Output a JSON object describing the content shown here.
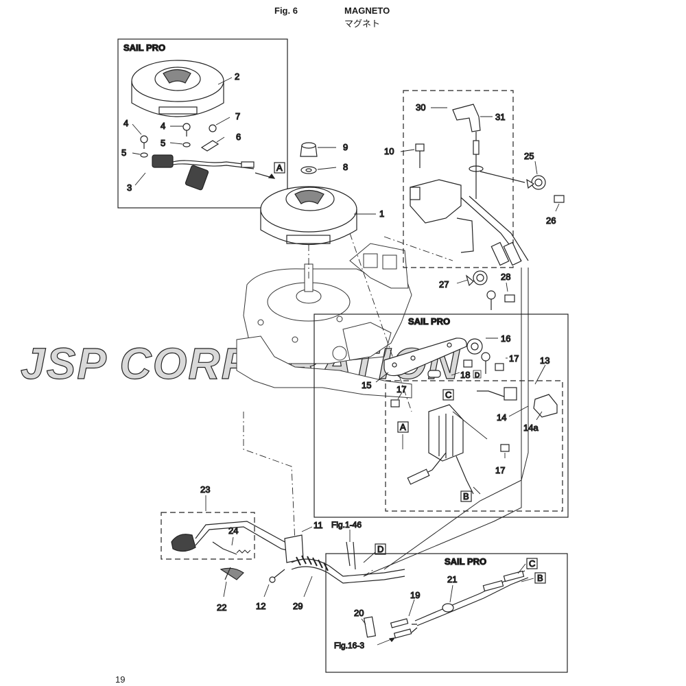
{
  "header": {
    "fig": "Fig. 6",
    "title": "MAGNETO",
    "title_jp": "マグネト"
  },
  "watermark": "JSP CORPORATION",
  "boxes": {
    "sail_pro_top": "SAIL PRO",
    "sail_pro_mid": "SAIL PRO",
    "sail_pro_bottom": "SAIL PRO"
  },
  "part_numbers": {
    "p1": "1",
    "p2": "2",
    "p3": "3",
    "p4a": "4",
    "p4b": "4",
    "p5a": "5",
    "p5b": "5",
    "p6": "6",
    "p7": "7",
    "p8": "8",
    "p9": "9",
    "p10": "10",
    "p11": "11",
    "p12": "12",
    "p13": "13",
    "p14": "14",
    "p14a": "14a",
    "p15": "15",
    "p16": "16",
    "p17a": "17",
    "p17b": "17",
    "p17c": "17",
    "p18": "18",
    "p19": "19",
    "p20": "20",
    "p21": "21",
    "p22": "22",
    "p23": "23",
    "p24": "24",
    "p25": "25",
    "p26": "26",
    "p27": "27",
    "p28": "28",
    "p29": "29",
    "p30": "30",
    "p31": "31"
  },
  "connectors": {
    "A_top": "A",
    "A_mid": "A",
    "B_mid": "B",
    "B_bot": "B",
    "C_mid": "C",
    "C_bot": "C",
    "D_small": "D",
    "D_main": "D"
  },
  "references": {
    "fig_1_46": "Fig.1-46",
    "fig_16_3": "Fig.16-3"
  },
  "footer": {
    "page": "19"
  }
}
